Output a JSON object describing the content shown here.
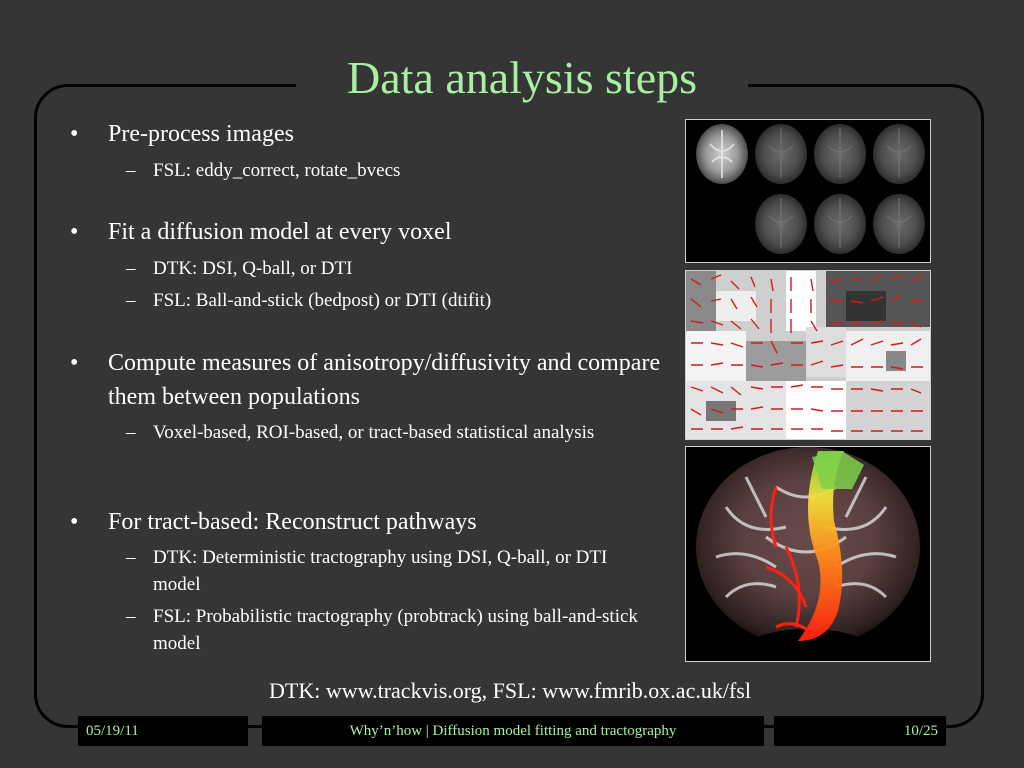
{
  "slide": {
    "title": "Data analysis steps",
    "bullets": [
      {
        "text": "Pre-process images",
        "subs": [
          "FSL: eddy_correct, rotate_bvecs"
        ]
      },
      {
        "text": "Fit a diffusion model at every voxel",
        "subs": [
          "DTK: DSI, Q-ball, or DTI",
          "FSL: Ball-and-stick (bedpost) or DTI (dtifit)"
        ]
      },
      {
        "text": "Compute measures of anisotropy/diffusivity and compare them between populations",
        "subs": [
          "Voxel-based, ROI-based, or tract-based statistical analysis"
        ]
      },
      {
        "text": "For tract-based: Reconstruct pathways",
        "subs": [
          "DTK: Deterministic tractography using DSI, Q-ball, or DTI model",
          "FSL: Probabilistic tractography (probtrack) using ball-and-stick model"
        ]
      }
    ],
    "links": "DTK: www.trackvis.org, FSL: www.fmrib.ox.ac.uk/fsl",
    "bullet_glyph": "•",
    "dash_glyph": "–"
  },
  "footer": {
    "date": "05/19/11",
    "center": "Why’n’how | Diffusion model fitting and tractography",
    "page": "10/25"
  },
  "colors": {
    "background": "#353535",
    "title": "#a6f0a0",
    "footer_text": "#a6f0a0",
    "body_text": "#ffffff"
  },
  "images": [
    {
      "name": "dwi-brain-slices-image"
    },
    {
      "name": "voxel-orientation-map-image"
    },
    {
      "name": "tractography-overlay-image"
    }
  ]
}
